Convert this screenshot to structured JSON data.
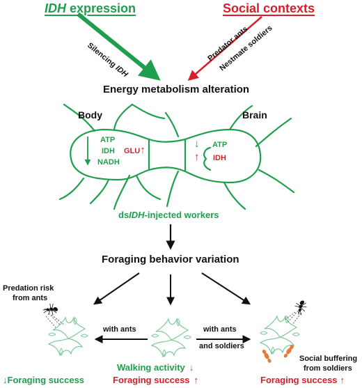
{
  "top": {
    "left_head_italic": "IDH",
    "left_head_rest": " expression",
    "right_head": "Social contexts",
    "silencing_prefix": "Silencing ",
    "silencing_gene": "IDH",
    "predator_label": "Predator ants",
    "nestmate_label": "Nestmate soldiers"
  },
  "metabolism": {
    "title": "Energy metabolism alteration",
    "body_label": "Body",
    "brain_label": "Brain",
    "body_items": [
      "ATP",
      "IDH",
      "NADH"
    ],
    "glu_label": "GLU",
    "brain_atp": "ATP",
    "brain_idh": "IDH",
    "down_arrow": "↓",
    "up_arrow": "↑"
  },
  "workers": {
    "prefix": "ds",
    "gene": "IDH",
    "suffix": "-injected workers"
  },
  "foraging": {
    "title": "Foraging behavior variation",
    "predation_line1": "Predation risk",
    "predation_line2": "from ants",
    "with_ants_left": "with ants",
    "with_ants_right": "with ants",
    "and_soldiers": "and soldiers",
    "buffering_line1": "Social buffering",
    "buffering_line2": "from soldiers",
    "left_outcome_arrow": "↓",
    "left_outcome": "Foraging success",
    "walking_activity": "Walking activity",
    "walking_arrow": "↓",
    "center_outcome": "Foraging success",
    "center_outcome_arrow": "↑",
    "right_outcome": "Foraging success",
    "right_outcome_arrow": "↑"
  },
  "colors": {
    "green": "#1f9e4d",
    "red": "#d5202b",
    "plant": "#7fc79a",
    "soldier": "#e8793a"
  }
}
